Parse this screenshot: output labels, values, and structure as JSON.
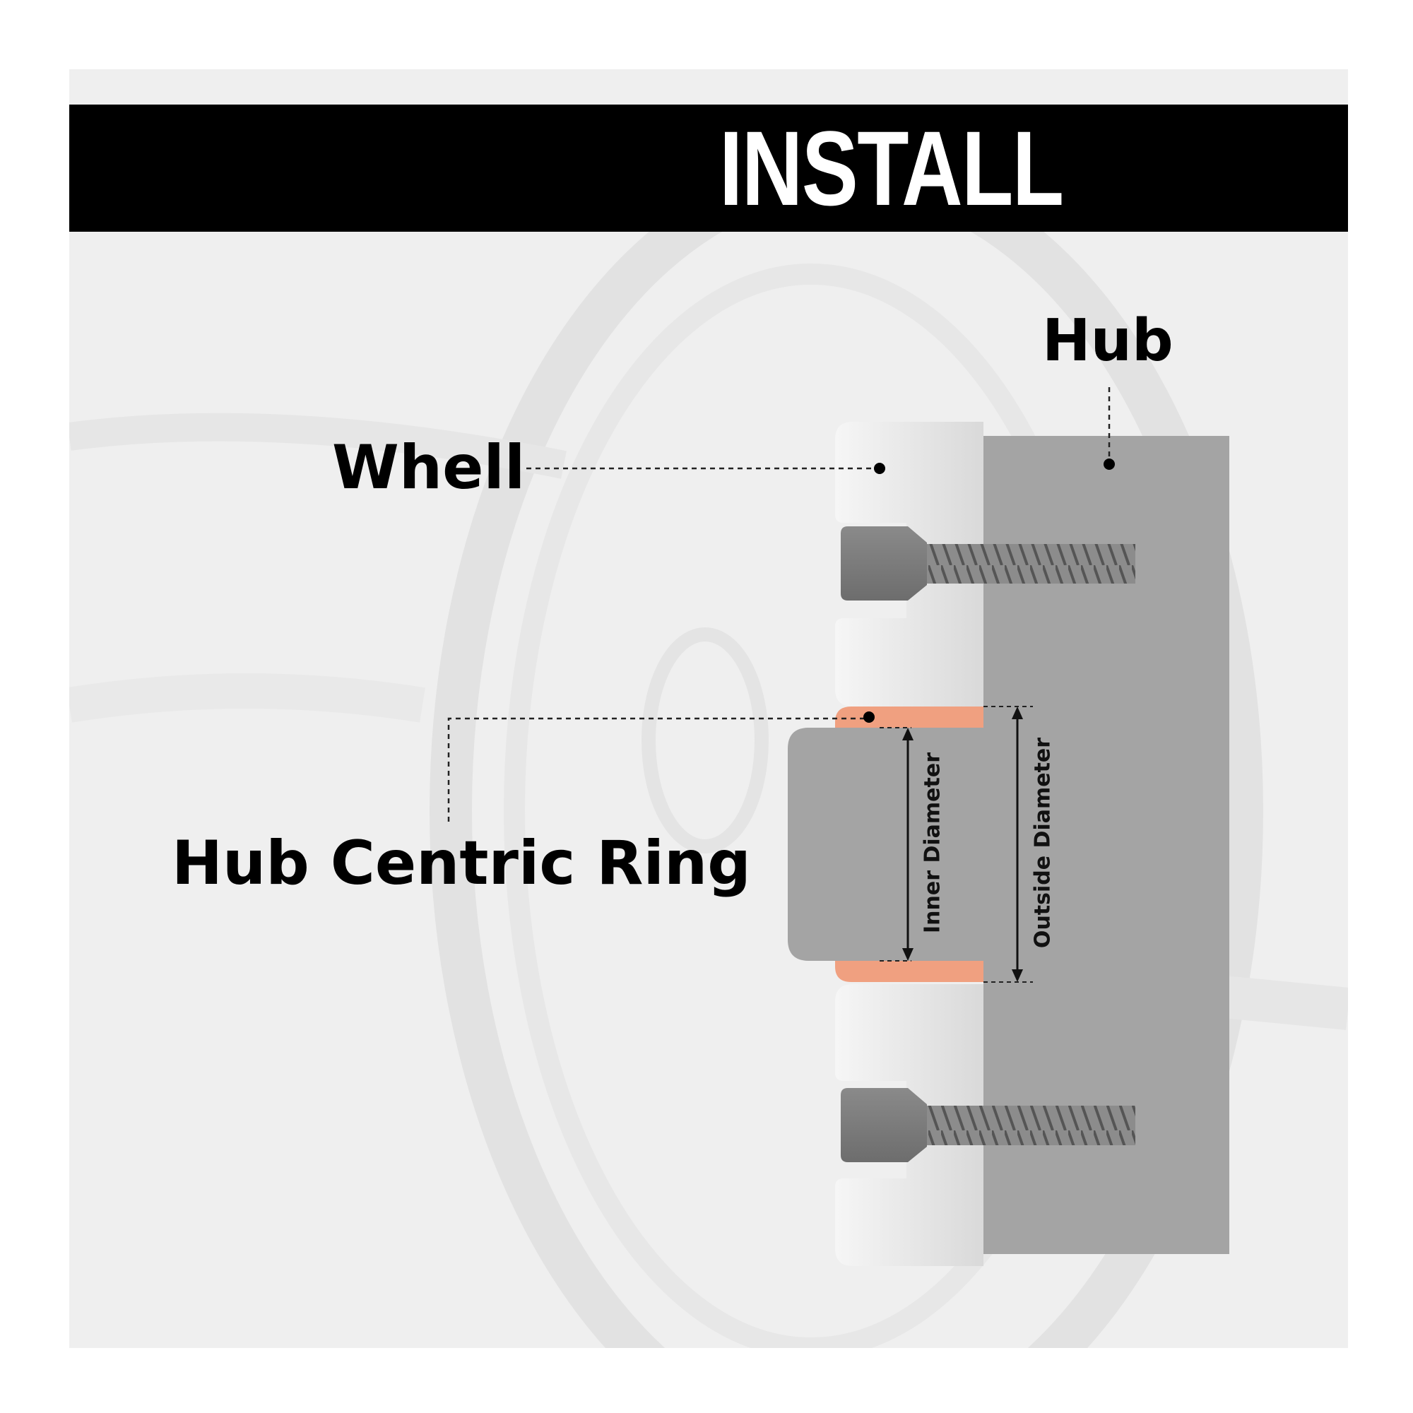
{
  "banner": {
    "title": "INSTALL"
  },
  "labels": {
    "hub": "Hub",
    "wheel": "Whell",
    "hub_centric_ring": "Hub Centric Ring",
    "inner_diameter": "Inner Diameter",
    "outside_diameter": "Outside Diameter"
  },
  "colors": {
    "banner_background": "#000000",
    "hub": "#a4a4a4",
    "wheel": "#e6e6e6",
    "bolt": "#777777",
    "ring": "#f0a080"
  }
}
